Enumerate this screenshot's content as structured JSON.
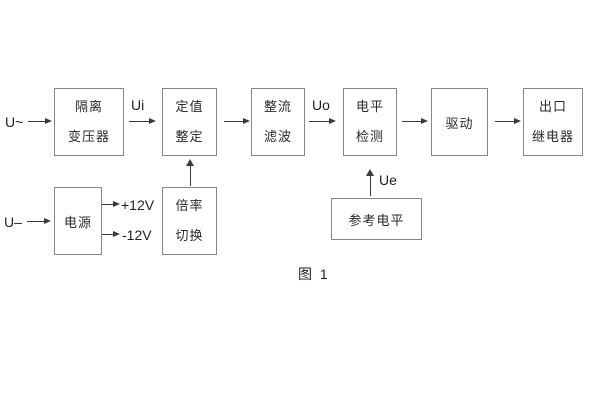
{
  "diagram": {
    "caption": "图 1",
    "colors": {
      "background": "#ffffff",
      "box_border": "#878787",
      "line": "#3a3a3a",
      "text": "#2a2a2a"
    },
    "blocks": [
      {
        "id": "isolation-transformer",
        "lines": [
          "隔离",
          "变压器"
        ]
      },
      {
        "id": "setting-adjustment",
        "lines": [
          "定值",
          "整定"
        ]
      },
      {
        "id": "rectifier-filter",
        "lines": [
          "整流",
          "滤波"
        ]
      },
      {
        "id": "level-detection",
        "lines": [
          "电平",
          "检测"
        ]
      },
      {
        "id": "driver",
        "lines": [
          "驱动"
        ]
      },
      {
        "id": "output-relay",
        "lines": [
          "出口",
          "继电器"
        ]
      },
      {
        "id": "power-supply",
        "lines": [
          "电源"
        ]
      },
      {
        "id": "ratio-switch",
        "lines": [
          "倍率",
          "切换"
        ]
      },
      {
        "id": "reference-level",
        "lines": [
          "参考电平"
        ]
      }
    ],
    "signals": {
      "ac_input": "U~",
      "dc_input": "U–",
      "ui": "Ui",
      "uo": "Uo",
      "ue": "Ue",
      "rail_positive": "+12V",
      "rail_negative": "-12V"
    }
  }
}
